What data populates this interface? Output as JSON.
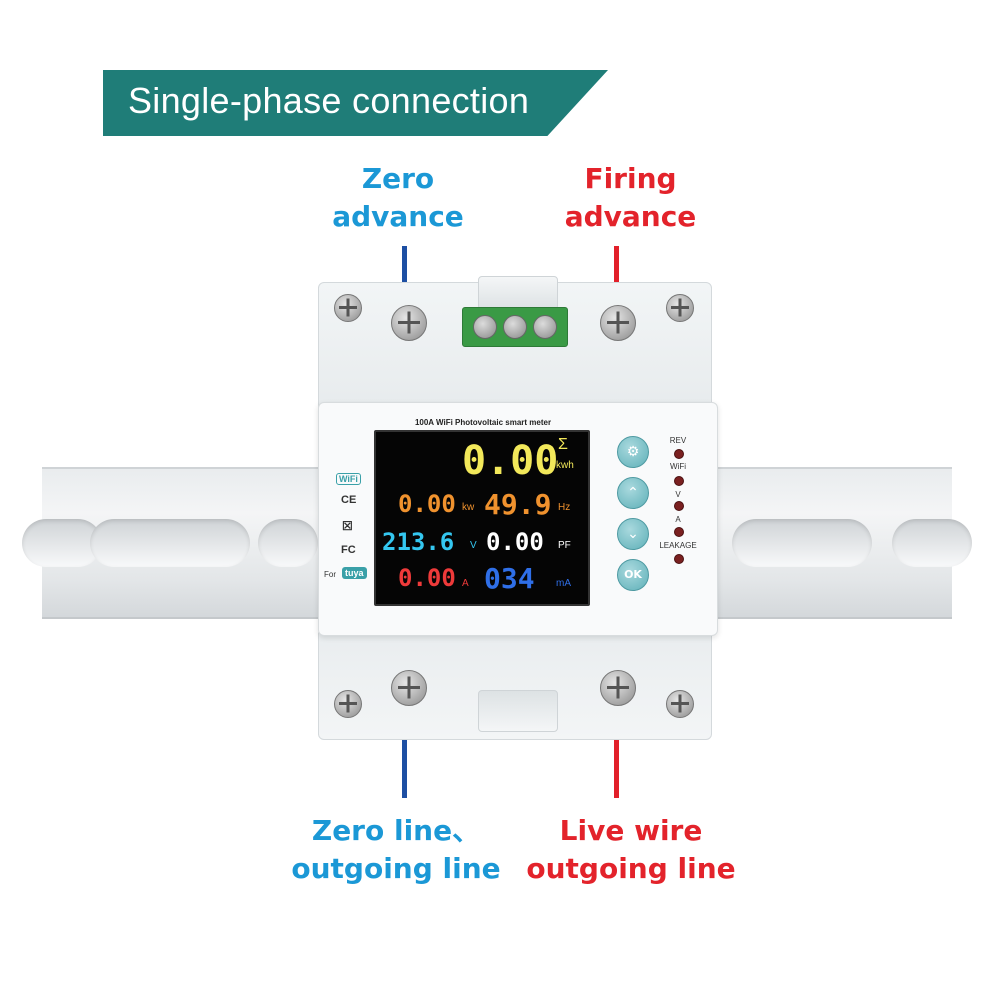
{
  "banner": {
    "title": "Single-phase connection"
  },
  "labels": {
    "top_left": [
      "Zero",
      "advance"
    ],
    "top_right": [
      "Firing",
      "advance"
    ],
    "bottom_left": [
      "Zero line、",
      "outgoing line"
    ],
    "bottom_right": [
      "Live wire",
      "outgoing line"
    ]
  },
  "device": {
    "model": "100A WiFi Photovoltaic smart meter",
    "certs": {
      "wifi": "WiFi",
      "ce": "CE",
      "fc": "FC",
      "for": "For",
      "tuya": "tuya"
    },
    "display": {
      "energy": "0.00",
      "energy_unit": "kwh",
      "sigma": "Σ",
      "power": "0.00",
      "power_unit": "kw",
      "freq": "49.9",
      "freq_unit": "Hz",
      "voltage": "213.6",
      "voltage_unit": "V",
      "pf": "0.00",
      "pf_unit": "PF",
      "current": "0.00",
      "current_unit": "A",
      "leakage": "034",
      "leakage_unit": "mA"
    },
    "buttons": {
      "settings": "⚙",
      "up": "⌃",
      "down": "⌄",
      "ok": "OK"
    },
    "leds": [
      "REV",
      "WiFi",
      "V",
      "A",
      "LEAKAGE"
    ]
  },
  "colors": {
    "banner": "#1f7d78",
    "blue_label": "#1b98d6",
    "red_label": "#e3232b"
  }
}
